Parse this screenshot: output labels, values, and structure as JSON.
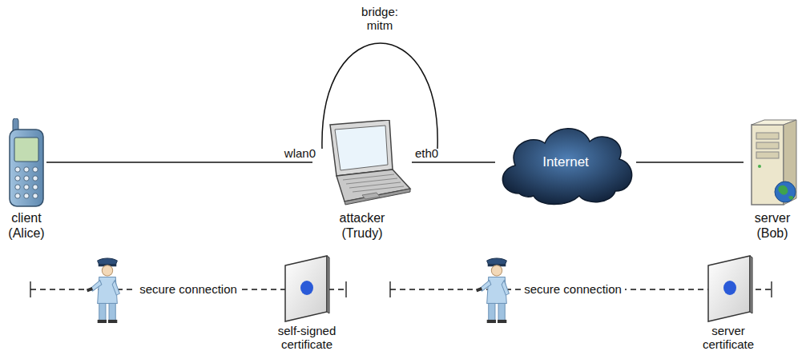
{
  "diagram": {
    "nodes": [
      {
        "text": [
          "client (Alice)"
        ]
      },
      {
        "text": [
          "attacker (Trudy)"
        ]
      },
      {
        "text": [
          "Internet"
        ]
      },
      {
        "text": [
          "server (Bob)"
        ]
      }
    ],
    "edges": [
      {
        "from": 0,
        "to": 1,
        "arrow": "none"
      },
      {
        "from": 1,
        "to": 2,
        "arrow": "none"
      },
      {
        "from": 2,
        "to": 3,
        "arrow": "none"
      }
    ],
    "labels": [
      "bridge: mitm",
      "wlan0",
      "eth0",
      "secure connection",
      "self-signed certificate",
      "secure connection",
      "server certificate"
    ]
  }
}
